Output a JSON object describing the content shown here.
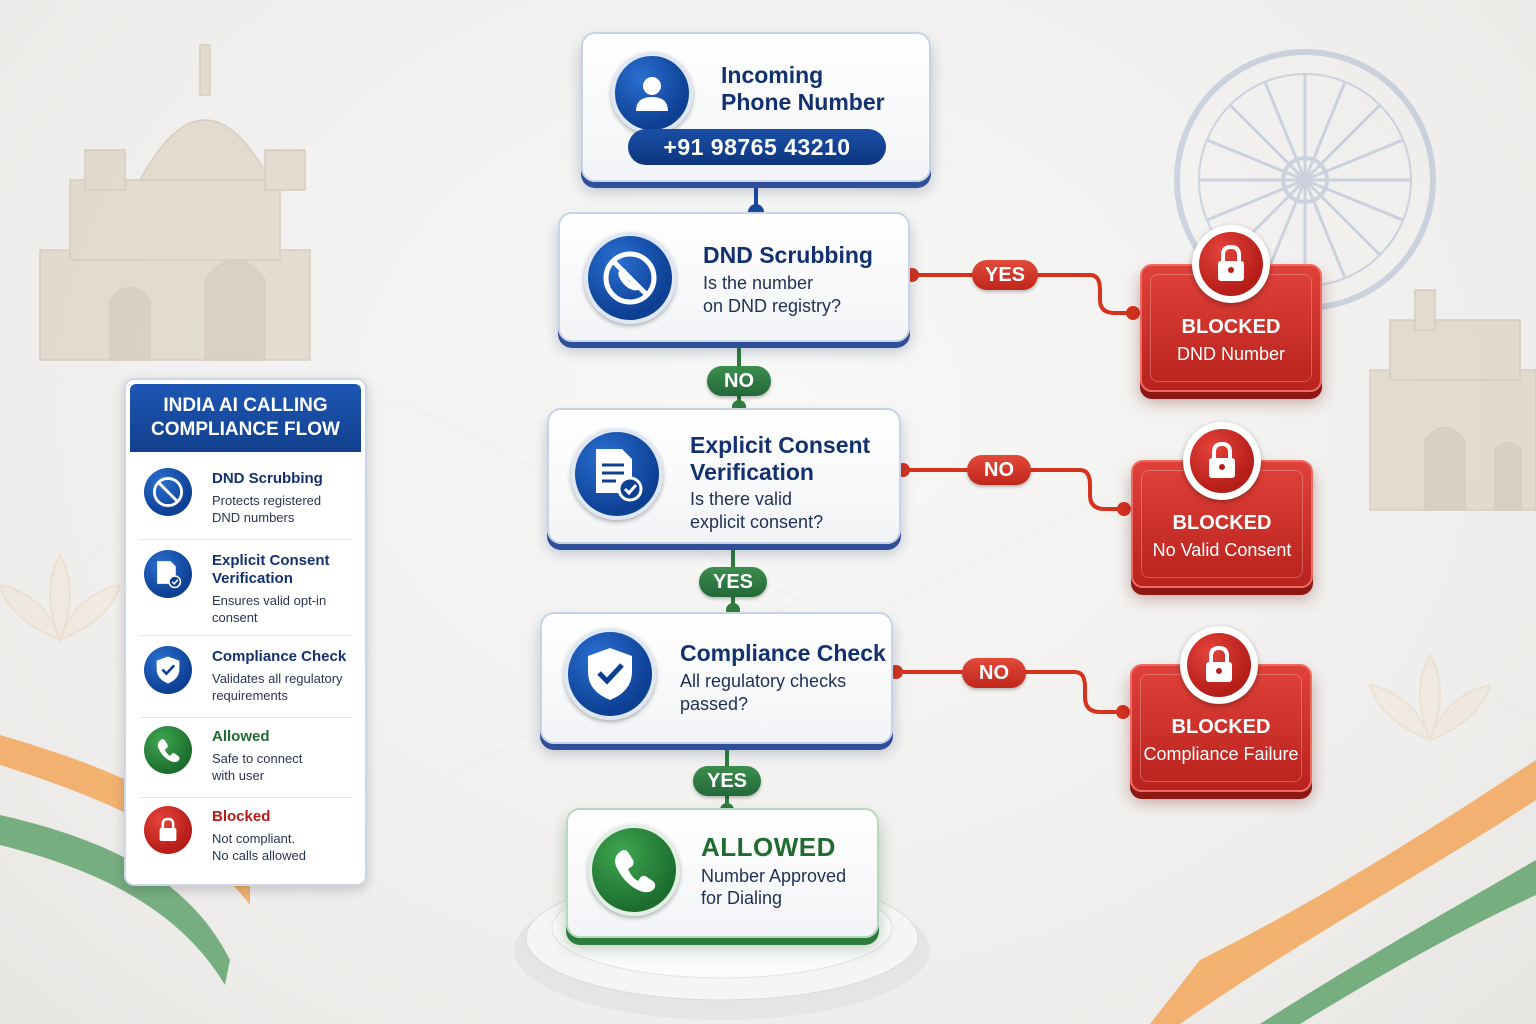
{
  "start": {
    "title_line1": "Incoming",
    "title_line2": "Phone Number",
    "phone": "+91 98765 43210"
  },
  "steps": [
    {
      "title": "DND Scrubbing",
      "question_line1": "Is the number",
      "question_line2": "on DND registry?",
      "pass_label": "NO",
      "fail_label": "YES",
      "icon": "no-call-icon"
    },
    {
      "title_line1": "Explicit Consent",
      "title_line2": "Verification",
      "question_line1": "Is there valid",
      "question_line2": "explicit consent?",
      "pass_label": "YES",
      "fail_label": "NO",
      "icon": "document-check-icon"
    },
    {
      "title": "Compliance Check",
      "question_line1": "All regulatory checks",
      "question_line2": "passed?",
      "pass_label": "YES",
      "fail_label": "NO",
      "icon": "shield-check-icon"
    }
  ],
  "blocked": [
    {
      "title": "BLOCKED",
      "reason": "DND Number"
    },
    {
      "title": "BLOCKED",
      "reason": "No Valid Consent"
    },
    {
      "title": "BLOCKED",
      "reason": "Compliance Failure"
    }
  ],
  "allowed": {
    "title": "ALLOWED",
    "line1": "Number Approved",
    "line2": "for Dialing"
  },
  "legend": {
    "heading_line1": "INDIA AI CALLING",
    "heading_line2": "COMPLIANCE FLOW",
    "items": [
      {
        "title": "DND Scrubbing",
        "desc_line1": "Protects registered",
        "desc_line2": "DND numbers",
        "icon": "no-call-icon"
      },
      {
        "title_line1": "Explicit Consent",
        "title_line2": "Verification",
        "desc_line1": "Ensures valid opt-in",
        "desc_line2": "consent",
        "icon": "document-check-icon"
      },
      {
        "title": "Compliance Check",
        "desc_line1": "Validates all regulatory",
        "desc_line2": "requirements",
        "icon": "shield-check-icon"
      },
      {
        "title": "Allowed",
        "desc_line1": "Safe to connect",
        "desc_line2": "with user",
        "icon": "phone-icon"
      },
      {
        "title": "Blocked",
        "desc_line1": "Not compliant.",
        "desc_line2": "No calls allowed",
        "icon": "lock-icon"
      }
    ]
  },
  "colors": {
    "primary_blue": "#0d3f93",
    "allowed_green": "#2f7d3e",
    "blocked_red": "#c0261b",
    "saffron": "#f0a04b",
    "india_green": "#3f8a4f"
  }
}
